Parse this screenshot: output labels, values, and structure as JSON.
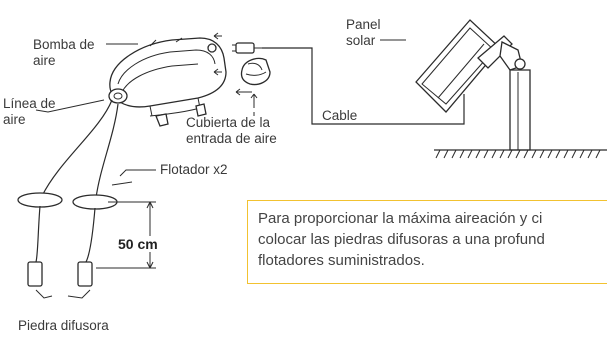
{
  "labels": {
    "air_pump": [
      "Bomba de",
      "aire"
    ],
    "air_line": [
      "Línea de",
      "aire"
    ],
    "intake_cover": [
      "Cubierta de la",
      "entrada de aire"
    ],
    "cable": "Cable",
    "solar_panel": [
      "Panel",
      "solar"
    ],
    "float": "Flotador x2",
    "depth": "50 cm",
    "air_stone": "Piedra difusora"
  },
  "note": {
    "lines": [
      "Para proporcionar la máxima aireación y ci",
      "colocar las piedras difusoras a una profund",
      "flotadores suministrados."
    ],
    "border_color": "#f2c230"
  }
}
